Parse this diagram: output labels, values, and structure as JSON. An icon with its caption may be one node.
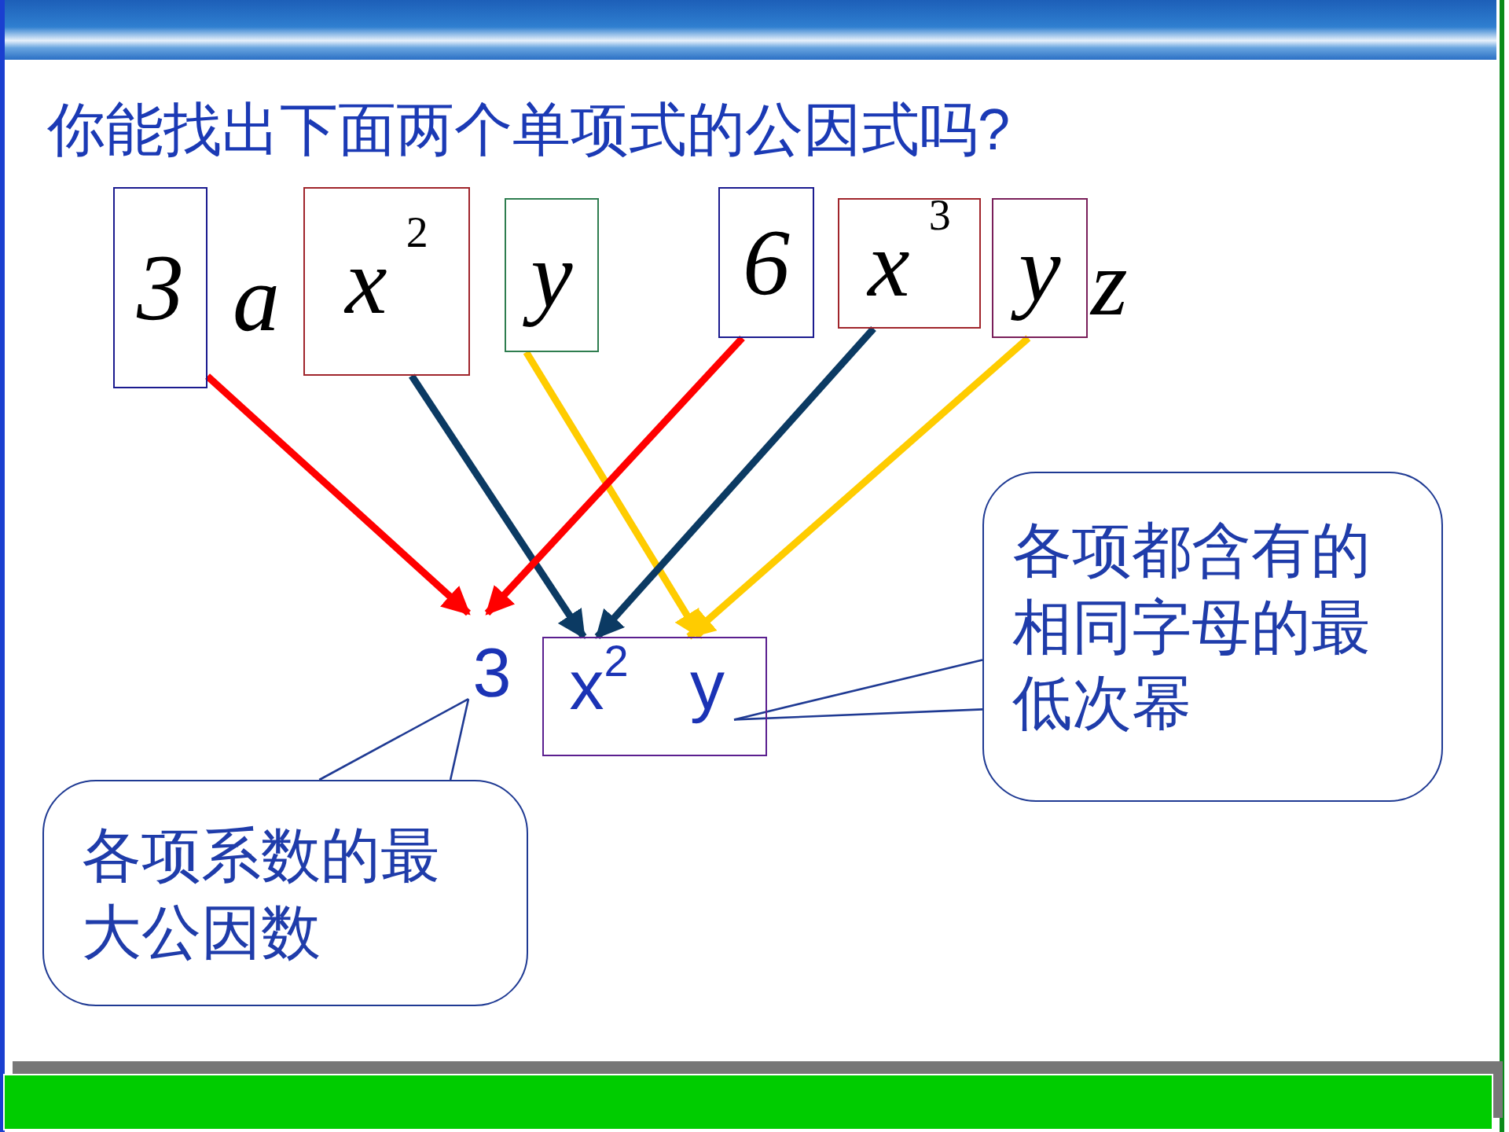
{
  "diagram": {
    "title": "你能找出下面两个单项式的公因式吗?",
    "nodes": [
      {
        "text": [
          "3"
        ]
      },
      {
        "text": [
          "x$^{2}$"
        ]
      },
      {
        "text": [
          "y"
        ]
      },
      {
        "text": [
          "6"
        ]
      },
      {
        "text": [
          "x$^{3}$"
        ]
      },
      {
        "text": [
          "y"
        ]
      },
      {
        "text": [
          "3"
        ]
      },
      {
        "text": [],
        "shape": "box"
      },
      {
        "text": [
          "x$^{2}$"
        ],
        "in": 7
      },
      {
        "text": [
          "y"
        ],
        "in": 7
      },
      {
        "text": [
          "各项都含有的相同字母的最低次幂"
        ]
      },
      {
        "text": [
          "各项系数的最大公因数"
        ]
      }
    ],
    "edges": [
      {
        "from": 0,
        "to": 6,
        "arrow": "to",
        "color": "#ff0000"
      },
      {
        "from": 1,
        "to": 8,
        "arrow": "to",
        "color": "#0b3a63"
      },
      {
        "from": 2,
        "to": 9,
        "arrow": "to",
        "color": "#ffcc00"
      },
      {
        "from": 3,
        "to": 6,
        "arrow": "to",
        "color": "#ff0000"
      },
      {
        "from": 4,
        "to": 8,
        "arrow": "to",
        "color": "#0b3a63"
      },
      {
        "from": 5,
        "to": 9,
        "arrow": "to",
        "color": "#ffcc00"
      },
      {
        "from": 10,
        "to": 9,
        "arrow": "none",
        "color": "#1f3a93"
      },
      {
        "from": 11,
        "to": 6,
        "arrow": "none",
        "color": "#1f3a93"
      }
    ],
    "labels": [
      "a",
      "z"
    ]
  }
}
